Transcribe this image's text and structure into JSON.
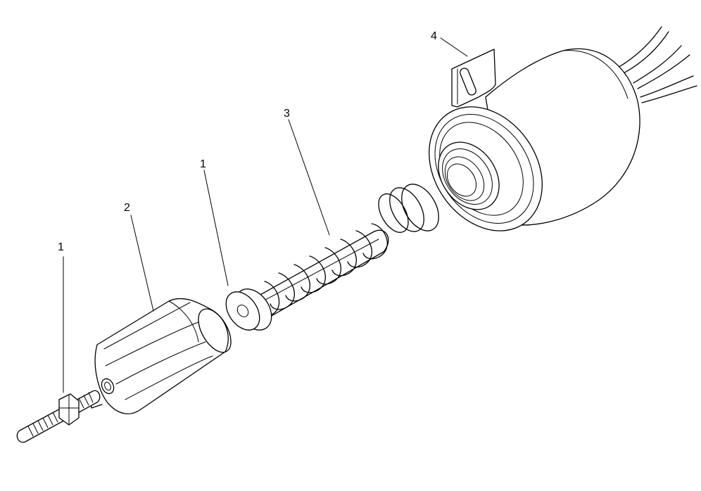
{
  "figure": {
    "callouts": {
      "nut": "1",
      "plunger_housing": "2",
      "plunger_cap": "1",
      "spring": "3",
      "bracket": "4"
    },
    "parts": [
      "stud-with-nut",
      "plunger-housing",
      "plunger-cap",
      "return-spring",
      "solenoid-coil",
      "mounting-bracket"
    ]
  }
}
